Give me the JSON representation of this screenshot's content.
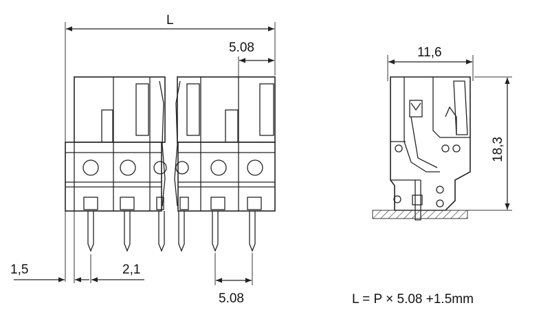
{
  "front_view": {
    "dim_overall": "L",
    "dim_pitch_top": "5.08",
    "dim_left_offset": "1,5",
    "dim_pin_offset": "2,1",
    "dim_pitch_bottom": "5.08"
  },
  "side_view": {
    "dim_depth": "11,6",
    "dim_height": "18,3"
  },
  "formula": "L = P × 5.08 +1.5mm"
}
